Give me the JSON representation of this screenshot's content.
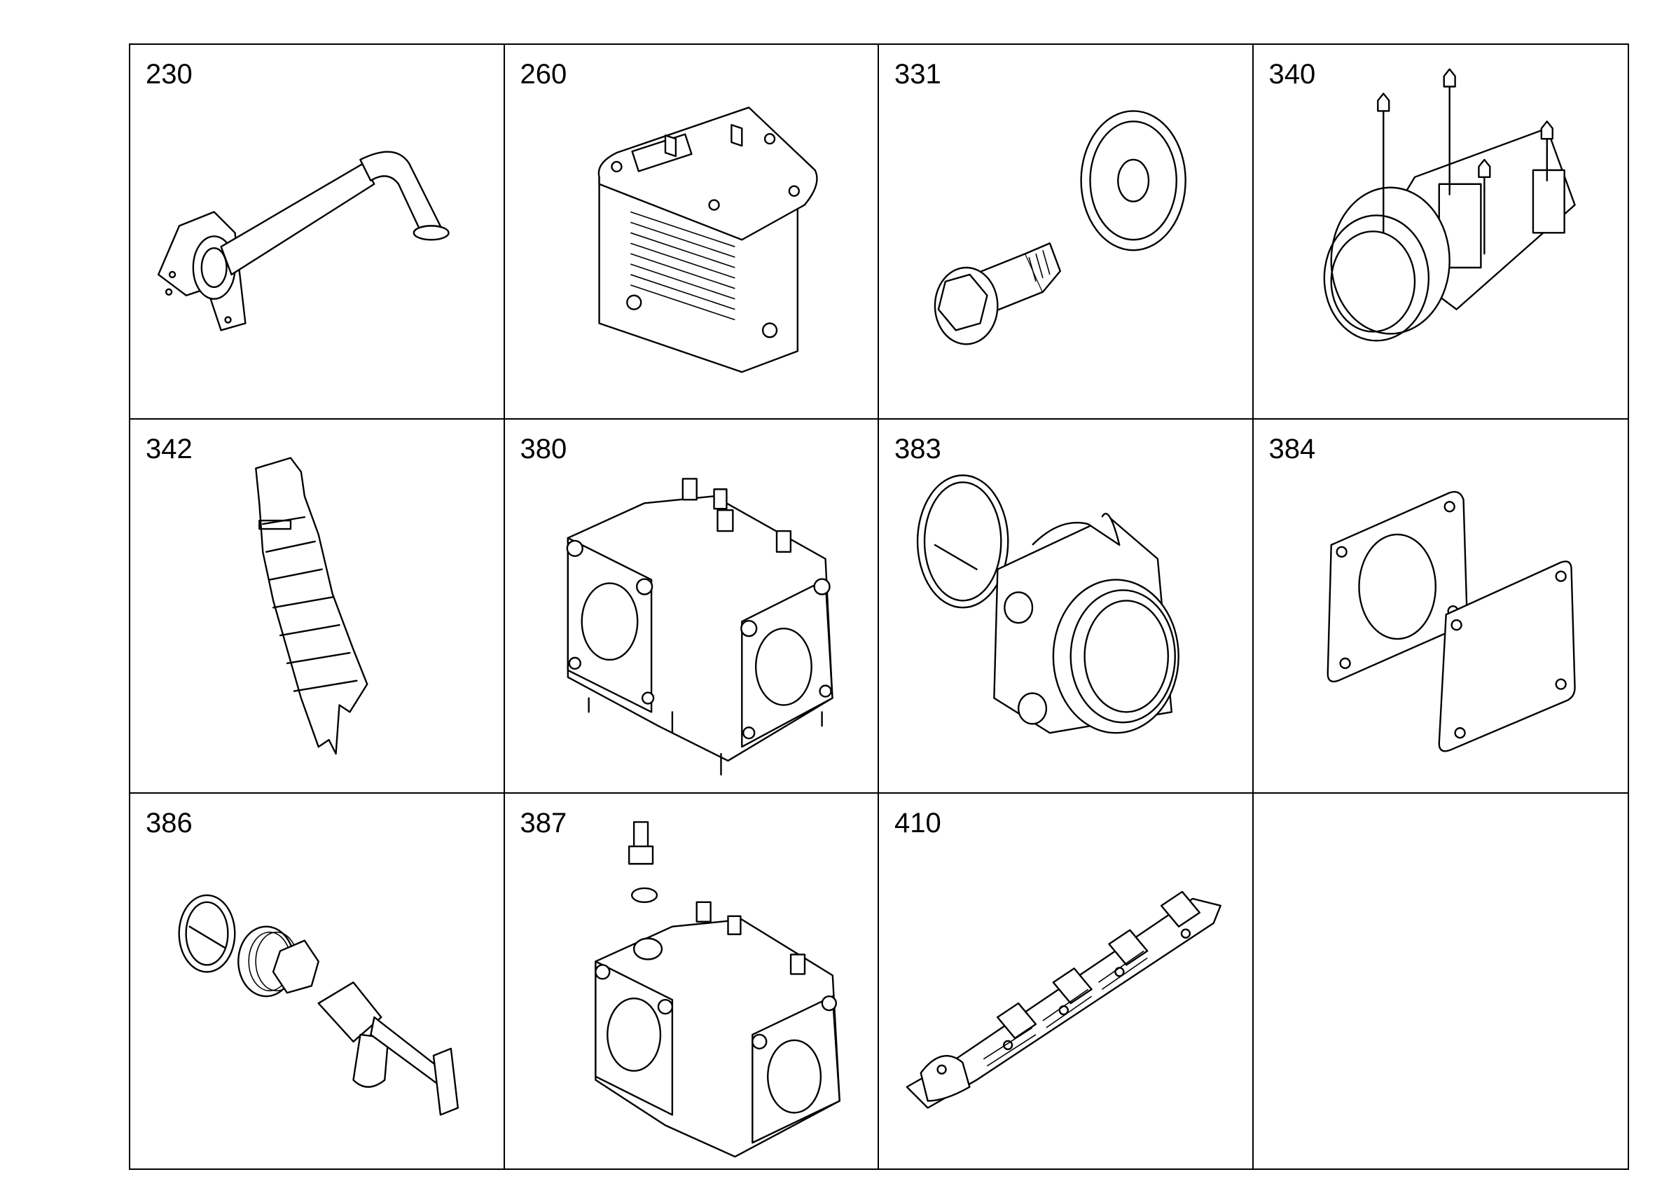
{
  "parts": [
    {
      "number": "230",
      "icon": "exhaust-pipe-icon"
    },
    {
      "number": "260",
      "icon": "heat-exchanger-icon"
    },
    {
      "number": "331",
      "icon": "bolt-and-washer-icon"
    },
    {
      "number": "340",
      "icon": "compressor-icon"
    },
    {
      "number": "342",
      "icon": "bracket-icon"
    },
    {
      "number": "380",
      "icon": "housing-icon"
    },
    {
      "number": "383",
      "icon": "elbow-connector-icon"
    },
    {
      "number": "384",
      "icon": "gasket-plates-icon"
    },
    {
      "number": "386",
      "icon": "drain-valve-icon"
    },
    {
      "number": "387",
      "icon": "housing-with-fitting-icon"
    },
    {
      "number": "410",
      "icon": "exhaust-manifold-icon"
    },
    {
      "number": "",
      "icon": ""
    }
  ]
}
